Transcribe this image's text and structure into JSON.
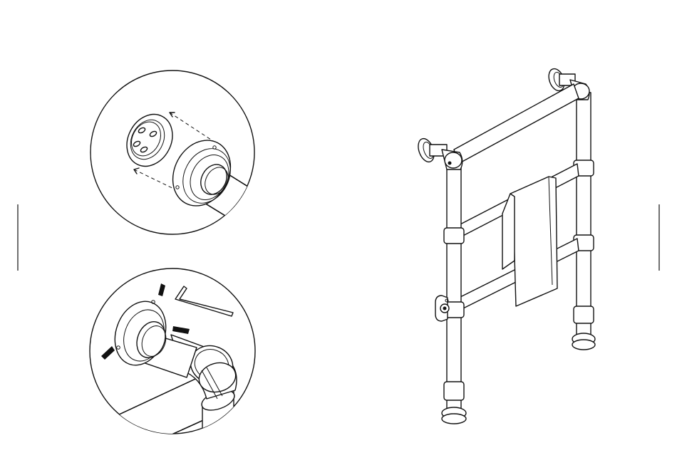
{
  "figure": {
    "panels": [
      {
        "id": "detail-cover-plate",
        "icon": "cover-plate-alignment"
      },
      {
        "id": "detail-grub-screws",
        "icon": "allen-key-fixing"
      },
      {
        "id": "overview-towel-rail",
        "icon": "towel-rail"
      }
    ],
    "colors": {
      "line": "#111111",
      "background": "#ffffff"
    }
  }
}
